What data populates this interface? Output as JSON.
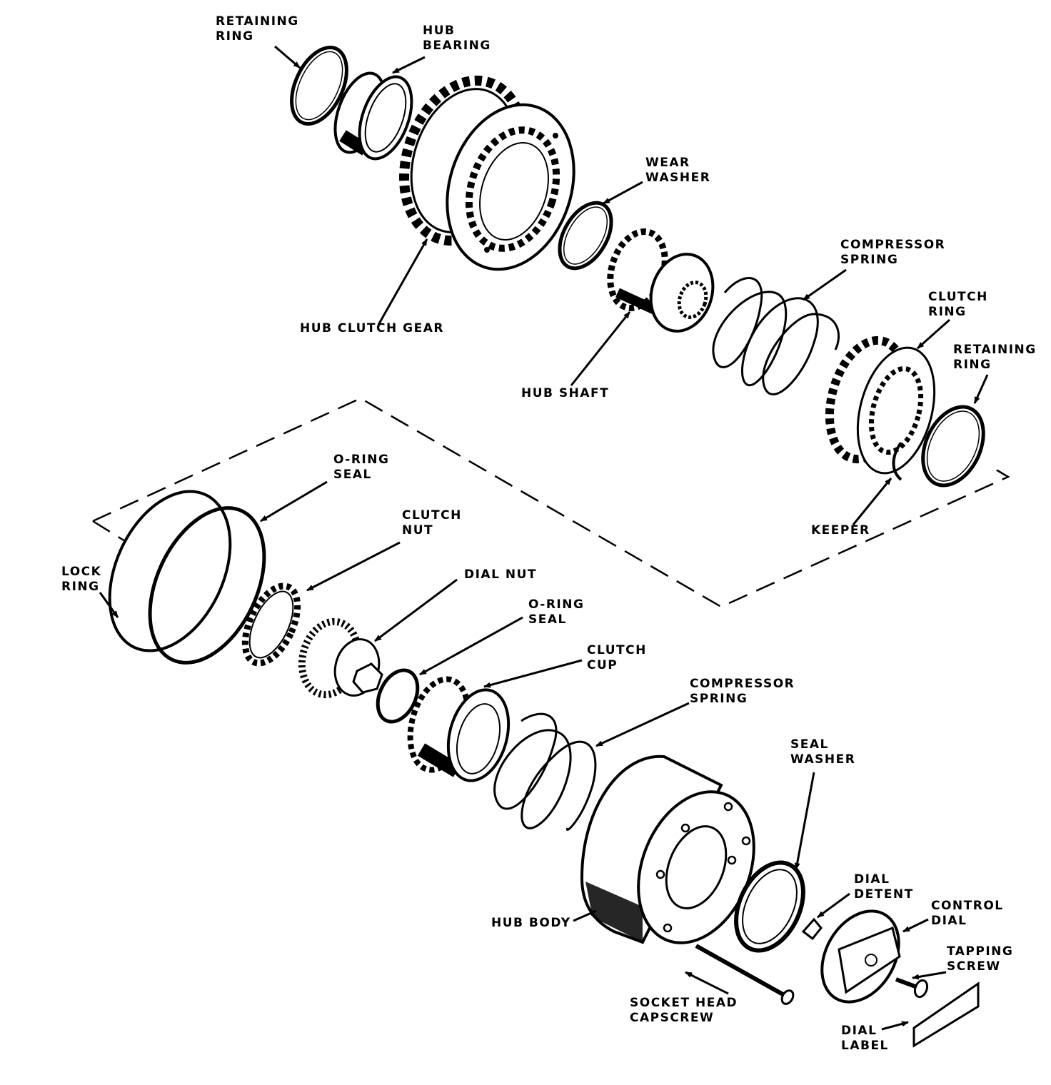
{
  "diagram": {
    "labels": {
      "retaining_ring_top": [
        "RETAINING",
        "RING"
      ],
      "hub_bearing": [
        "HUB",
        "BEARING"
      ],
      "wear_washer": [
        "WEAR",
        "WASHER"
      ],
      "compressor_spring_top": [
        "COMPRESSOR",
        "SPRING"
      ],
      "clutch_ring": [
        "CLUTCH",
        "RING"
      ],
      "retaining_ring_right": [
        "RETAINING",
        "RING"
      ],
      "hub_clutch_gear": [
        "HUB CLUTCH GEAR"
      ],
      "hub_shaft": [
        "HUB SHAFT"
      ],
      "keeper": [
        "KEEPER"
      ],
      "o_ring_seal_top": [
        "O-RING",
        "SEAL"
      ],
      "clutch_nut": [
        "CLUTCH",
        "NUT"
      ],
      "lock_ring": [
        "LOCK",
        "RING"
      ],
      "dial_nut": [
        "DIAL NUT"
      ],
      "o_ring_seal_bottom": [
        "O-RING",
        "SEAL"
      ],
      "clutch_cup": [
        "CLUTCH",
        "CUP"
      ],
      "compressor_spring_bottom": [
        "COMPRESSOR",
        "SPRING"
      ],
      "seal_washer": [
        "SEAL",
        "WASHER"
      ],
      "dial_detent": [
        "DIAL",
        "DETENT"
      ],
      "control_dial": [
        "CONTROL",
        "DIAL"
      ],
      "tapping_screw": [
        "TAPPING",
        "SCREW"
      ],
      "hub_body": [
        "HUB BODY"
      ],
      "socket_head_capscrew": [
        "SOCKET HEAD",
        "CAPSCREW"
      ],
      "dial_label": [
        "DIAL",
        "LABEL"
      ]
    }
  }
}
